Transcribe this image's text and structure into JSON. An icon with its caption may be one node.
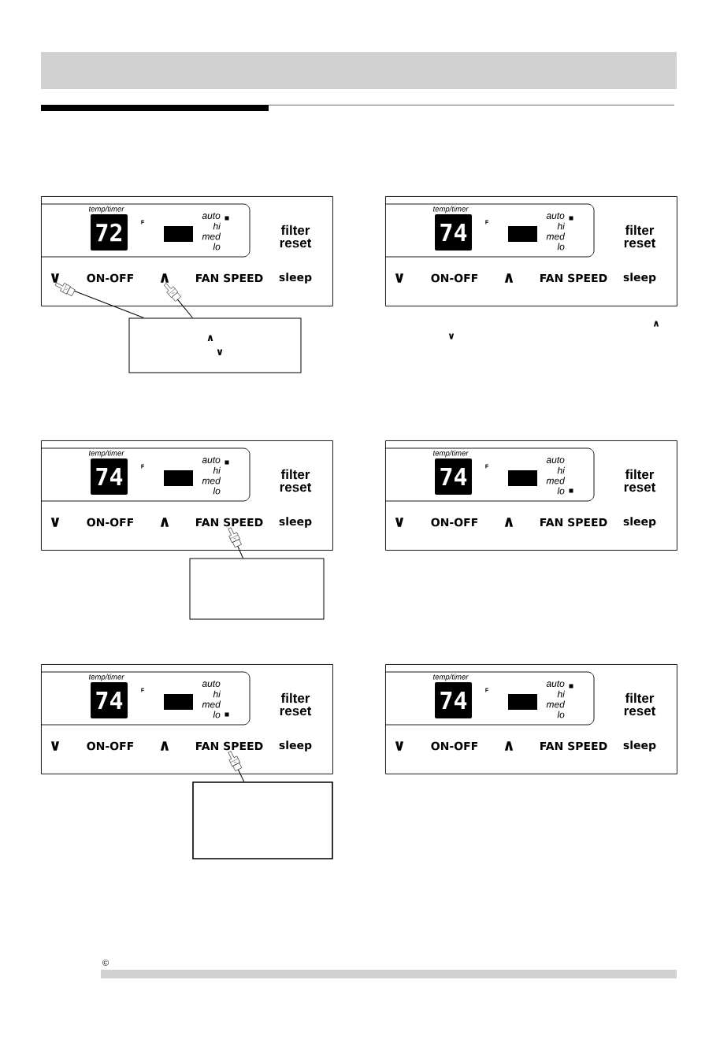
{
  "diagram": {
    "nodes": [
      {
        "text": [],
        "shape": "box"
      },
      {
        "text": [
          "temp/timer",
          "72",
          "F",
          "auto",
          "hi",
          "med",
          "lo"
        ],
        "in": 0
      },
      {
        "text": [
          "filter reset"
        ],
        "in": 0
      },
      {
        "text": [
          "∨"
        ],
        "in": 0
      },
      {
        "text": [
          "ON-OFF"
        ],
        "in": 0
      },
      {
        "text": [
          "∧"
        ],
        "in": 0
      },
      {
        "text": [
          "FAN SPEED"
        ],
        "in": 0
      },
      {
        "text": [
          "sleep"
        ],
        "in": 0
      },
      {
        "text": [
          "∧",
          "∨"
        ]
      },
      {
        "text": [],
        "shape": "box"
      },
      {
        "text": [
          "temp/timer",
          "74",
          "F",
          "auto",
          "hi",
          "med",
          "lo"
        ],
        "in": 9
      },
      {
        "text": [
          "filter reset"
        ],
        "in": 9
      },
      {
        "text": [
          "∨"
        ],
        "in": 9
      },
      {
        "text": [
          "ON-OFF"
        ],
        "in": 9
      },
      {
        "text": [
          "∧"
        ],
        "in": 9
      },
      {
        "text": [
          "FAN SPEED"
        ],
        "in": 9
      },
      {
        "text": [
          "sleep"
        ],
        "in": 9
      },
      {
        "text": [],
        "shape": "box"
      },
      {
        "text": [
          "temp/timer",
          "74",
          "F",
          "auto",
          "hi",
          "med",
          "lo"
        ],
        "in": 17
      },
      {
        "text": [
          "filter reset"
        ],
        "in": 17
      },
      {
        "text": [
          "∨"
        ],
        "in": 17
      },
      {
        "text": [
          "ON-OFF"
        ],
        "in": 17
      },
      {
        "text": [
          "∧"
        ],
        "in": 17
      },
      {
        "text": [
          "FAN SPEED"
        ],
        "in": 17
      },
      {
        "text": [
          "sleep"
        ],
        "in": 17
      },
      {
        "text": [],
        "shape": "box"
      },
      {
        "text": [],
        "shape": "box"
      },
      {
        "text": [
          "temp/timer",
          "74",
          "F",
          "auto",
          "hi",
          "med",
          "lo"
        ],
        "in": 26
      },
      {
        "text": [
          "filter reset"
        ],
        "in": 26
      },
      {
        "text": [
          "∨"
        ],
        "in": 26
      },
      {
        "text": [
          "ON-OFF"
        ],
        "in": 26
      },
      {
        "text": [
          "∧"
        ],
        "in": 26
      },
      {
        "text": [
          "FAN SPEED"
        ],
        "in": 26
      },
      {
        "text": [
          "sleep"
        ],
        "in": 26
      },
      {
        "text": [],
        "shape": "box"
      },
      {
        "text": [
          "temp/timer",
          "74",
          "F",
          "auto",
          "hi",
          "med",
          "lo"
        ],
        "in": 34
      },
      {
        "text": [
          "filter reset"
        ],
        "in": 34
      },
      {
        "text": [
          "∨"
        ],
        "in": 34
      },
      {
        "text": [
          "ON-OFF"
        ],
        "in": 34
      },
      {
        "text": [
          "∧"
        ],
        "in": 34
      },
      {
        "text": [
          "FAN SPEED"
        ],
        "in": 34
      },
      {
        "text": [
          "sleep"
        ],
        "in": 34
      },
      {
        "text": [],
        "shape": "box"
      },
      {
        "text": [],
        "shape": "box"
      },
      {
        "text": [
          "temp/timer",
          "74",
          "F",
          "auto",
          "hi",
          "med",
          "lo"
        ],
        "in": 43
      },
      {
        "text": [
          "filter reset"
        ],
        "in": 43
      },
      {
        "text": [
          "∨"
        ],
        "in": 43
      },
      {
        "text": [
          "ON-OFF"
        ],
        "in": 43
      },
      {
        "text": [
          "∧"
        ],
        "in": 43
      },
      {
        "text": [
          "FAN SPEED"
        ],
        "in": 43
      },
      {
        "text": [
          "sleep"
        ],
        "in": 43
      }
    ],
    "edges": [
      {
        "from": 8,
        "to": 3,
        "arrow": "to"
      },
      {
        "from": 8,
        "to": 5,
        "arrow": "to"
      },
      {
        "from": 25,
        "to": 23,
        "arrow": "to"
      },
      {
        "from": 42,
        "to": 40,
        "arrow": "to"
      }
    ],
    "labels": [
      "∧",
      "∨",
      "©"
    ]
  }
}
